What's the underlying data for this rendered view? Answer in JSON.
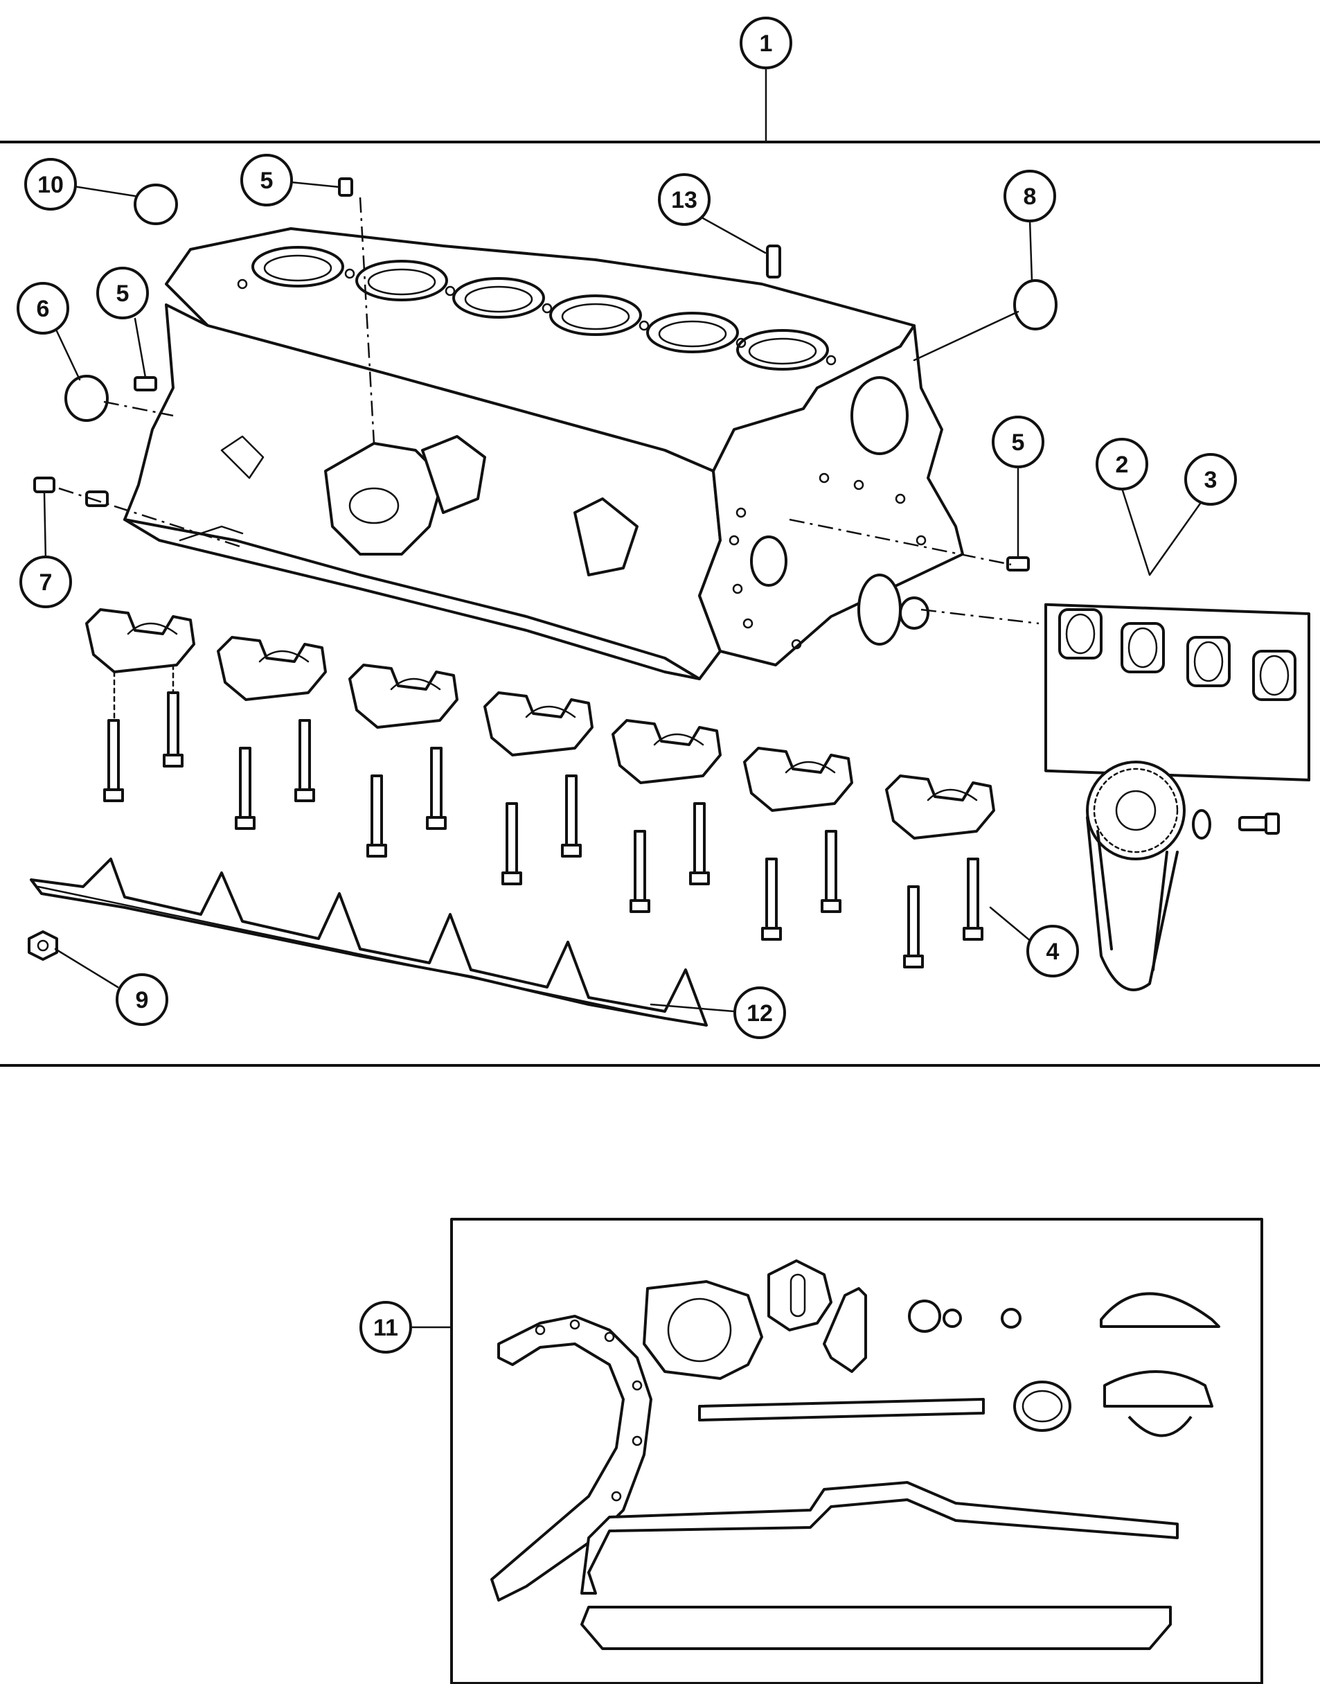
{
  "callouts": {
    "c1": "1",
    "c2": "2",
    "c3": "3",
    "c4": "4",
    "c5a": "5",
    "c5b": "5",
    "c5c": "5",
    "c6": "6",
    "c7": "7",
    "c8": "8",
    "c9": "9",
    "c10": "10",
    "c11": "11",
    "c12": "12",
    "c13": "13"
  }
}
